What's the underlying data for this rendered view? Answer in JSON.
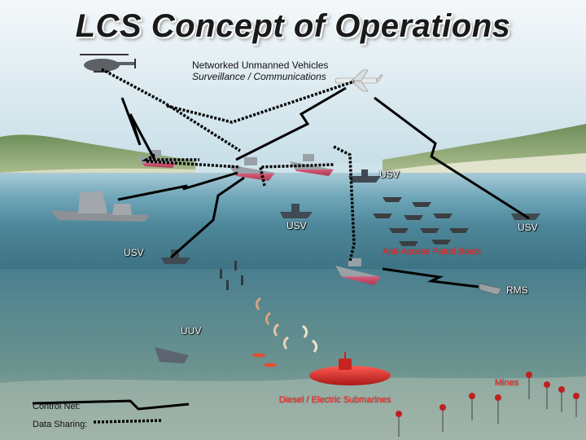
{
  "title": "LCS Concept of Operations",
  "labels": {
    "networked_line1": "Networked Unmanned Vehicles",
    "networked_line2": "Surveillance / Communications",
    "usv_right_top": "USV",
    "usv_center": "USV",
    "usv_right": "USV",
    "usv_left": "USV",
    "anti_access": "Anti-Access Patrol Boats",
    "rms": "RMS",
    "uuv": "UUV",
    "mines": "Mines",
    "submarines": "Diesel / Electric Submarines"
  },
  "legend": {
    "control_net": "Control Net:",
    "data_sharing": "Data Sharing:"
  },
  "colors": {
    "sky": "#d8eaf1",
    "land": "#8fa870",
    "sea_surface": "#5e97ad",
    "sea_deep": "#2f6272",
    "seabed": "#8aa39c",
    "ship_hull": "#c4506a",
    "submarine": "#d42a2a",
    "label_red": "#ff3a3a",
    "link": "#000000"
  }
}
